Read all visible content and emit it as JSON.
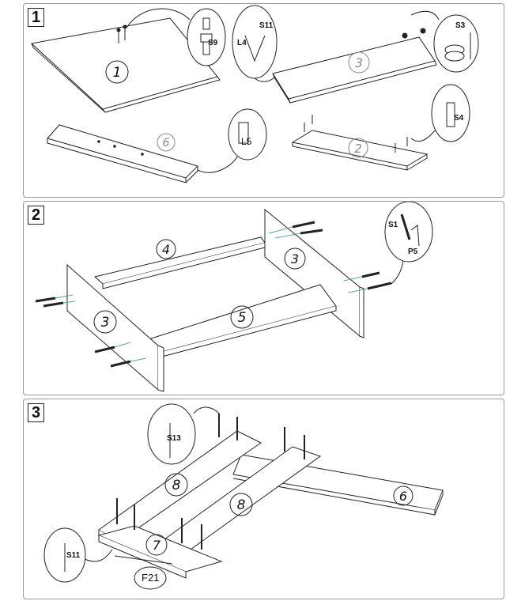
{
  "steps": [
    {
      "number": "1",
      "parts": [
        "1",
        "3",
        "6",
        "2"
      ],
      "callouts": [
        "S9",
        "S11",
        "L4",
        "S3",
        "S4",
        "L5"
      ]
    },
    {
      "number": "2",
      "parts": [
        "4",
        "3",
        "3",
        "5"
      ],
      "callouts": [
        "S1",
        "P5"
      ]
    },
    {
      "number": "3",
      "parts": [
        "8",
        "8",
        "6",
        "7"
      ],
      "callouts": [
        "S13",
        "S11",
        "F21"
      ]
    }
  ],
  "colors": {
    "line": "#222222",
    "frame": "#9a9a9a",
    "faded_label": "#888888"
  }
}
